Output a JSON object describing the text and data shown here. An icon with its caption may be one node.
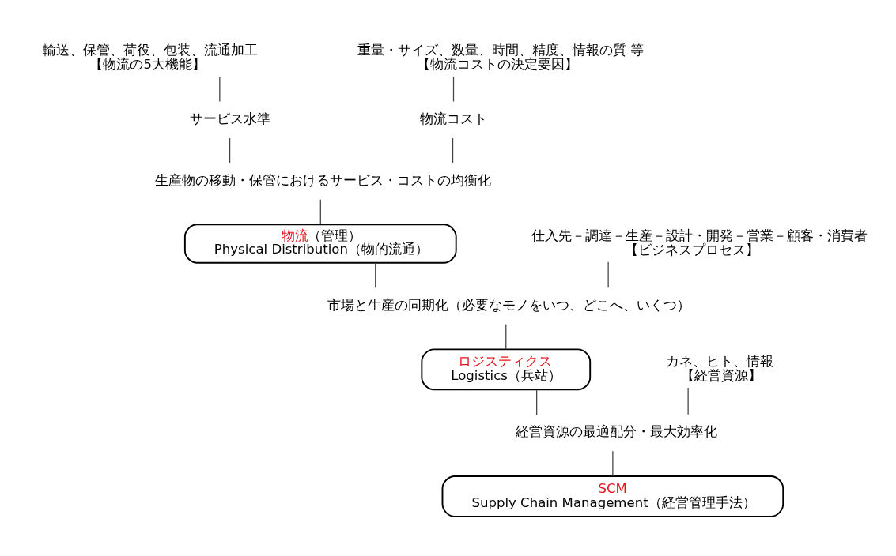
{
  "diagram": {
    "nodes": [
      {
        "text": [
          "輸送、保管、荷役、包装、流通加工",
          "【物流の5大機能】"
        ]
      },
      {
        "text": [
          "重量・サイズ、数量、時間、精度、情報の質 等",
          "【物流コストの決定要因】"
        ]
      },
      {
        "text": [
          "サービス水準"
        ]
      },
      {
        "text": [
          "物流コスト"
        ]
      },
      {
        "text": [
          "生産物の移動・保管におけるサービス・コストの均衡化"
        ]
      },
      {
        "text": [
          "物流",
          "（管理）",
          "Physical Distribution（物的流通）"
        ]
      },
      {
        "text": [
          "仕入先－調達－生産－設計・開発－営業－顧客・消費者",
          "【ビジネスプロセス】"
        ]
      },
      {
        "text": [
          "市場と生産の同期化（必要なモノをいつ、どこへ、いくつ）"
        ]
      },
      {
        "text": [
          "ロジスティクス",
          "Logistics（兵站）"
        ]
      },
      {
        "text": [
          "カネ、ヒト、情報",
          "【経営資源】"
        ]
      },
      {
        "text": [
          "経営資源の最適配分・最大効率化"
        ]
      },
      {
        "text": [
          "SCM",
          "Supply Chain Management（経営管理手法）"
        ]
      }
    ],
    "edges": [
      {
        "from": 0,
        "to": 2,
        "arrow": "none"
      },
      {
        "from": 1,
        "to": 3,
        "arrow": "none"
      },
      {
        "from": 2,
        "to": 4,
        "arrow": "none"
      },
      {
        "from": 3,
        "to": 4,
        "arrow": "none"
      },
      {
        "from": 4,
        "to": 5,
        "arrow": "none"
      },
      {
        "from": 5,
        "to": 7,
        "arrow": "none"
      },
      {
        "from": 6,
        "to": 7,
        "arrow": "none"
      },
      {
        "from": 7,
        "to": 8,
        "arrow": "none"
      },
      {
        "from": 8,
        "to": 10,
        "arrow": "none"
      },
      {
        "from": 9,
        "to": 10,
        "arrow": "none"
      },
      {
        "from": 10,
        "to": 11,
        "arrow": "none"
      }
    ]
  }
}
